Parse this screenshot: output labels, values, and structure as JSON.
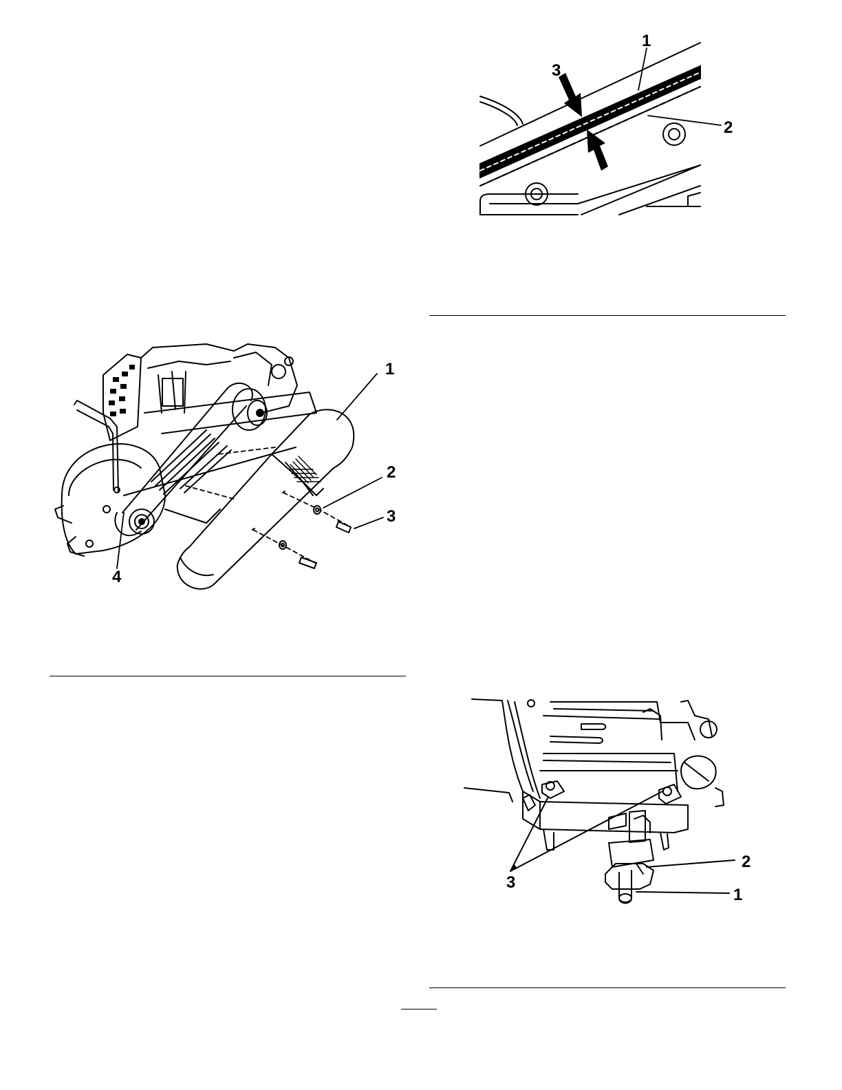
{
  "figures": [
    {
      "name": "belt-cover-removal",
      "callouts": [
        "1",
        "2",
        "3",
        "4"
      ]
    },
    {
      "name": "belt-alignment",
      "callouts": [
        "1",
        "2",
        "3"
      ]
    },
    {
      "name": "engine-mount-adjustment",
      "callouts": [
        "1",
        "2",
        "3"
      ]
    }
  ]
}
